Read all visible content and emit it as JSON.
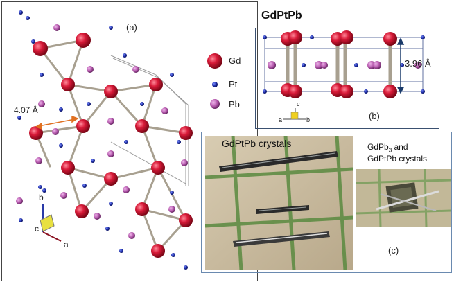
{
  "panel_a": {
    "label": "(a)",
    "distance_label": "4.07 Å",
    "axis_b": "b",
    "axis_c": "c",
    "axis_a": "a"
  },
  "legend": {
    "items": [
      {
        "label": "Gd",
        "color": "#c8102e"
      },
      {
        "label": "Pt",
        "color": "#1f2fa8"
      },
      {
        "label": "Pb",
        "color": "#b050a8"
      }
    ]
  },
  "panel_b": {
    "title": "GdPtPb",
    "label": "(b)",
    "distance_label": "3.96 Å",
    "axis_c": "c",
    "axis_a": "a",
    "axis_b": "b"
  },
  "panel_c": {
    "label": "(c)",
    "photo1_caption": "GdPtPb  crystals",
    "photo2_caption_line1": "GdPb",
    "photo2_caption_sub": "3",
    "photo2_caption_line1_rest": " and",
    "photo2_caption_line2": "GdPtPb crystals"
  },
  "colors": {
    "gd": "#c8102e",
    "pt": "#1f2fa8",
    "pb": "#b050a8",
    "bond": "#a8a090",
    "frame": "#3a5070"
  }
}
